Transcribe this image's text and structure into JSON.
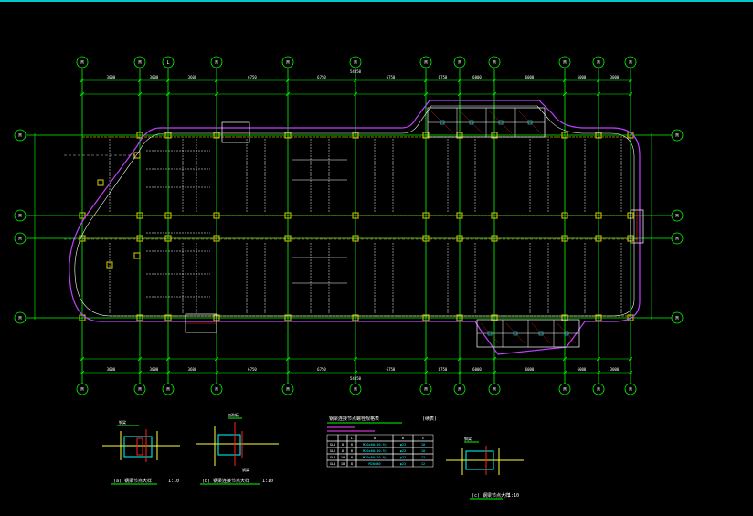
{
  "drawing": {
    "colors": {
      "background": "#000000",
      "grid": "#00ff00",
      "outline": "#c040ff",
      "beam": "#ffffff",
      "column": "#b5b000",
      "detail_red": "#ff2020",
      "detail_yellow": "#ffff40",
      "detail_cyan": "#00ffff",
      "dims": "#00ff00",
      "text": "#ffffff"
    },
    "axes_top": [
      "M",
      "M",
      "L",
      "M",
      "M",
      "M",
      "M",
      "M",
      "M",
      "M",
      "M",
      "M"
    ],
    "axes_bottom": [
      "M",
      "M",
      "M",
      "M",
      "M",
      "M",
      "M",
      "M",
      "M",
      "M",
      "M",
      "M"
    ],
    "axes_left": [
      "M",
      "M",
      "M",
      "M"
    ],
    "axes_right": [
      "M",
      "M",
      "M",
      "M"
    ],
    "top_dims": [
      "3000",
      "3000",
      "3600",
      "6750",
      "6750",
      "6750",
      "6750",
      "6000",
      "6000",
      "6000",
      "3000"
    ],
    "top_total": "54350",
    "bottom_dims": [
      "3000",
      "3000",
      "3600",
      "6750",
      "6750",
      "6750",
      "6750",
      "6000",
      "6000",
      "6000",
      "3000"
    ],
    "bottom_total": "54350"
  },
  "details": [
    {
      "caption": "(a) 钢梁节点大样",
      "scale": "1:10"
    },
    {
      "caption": "(b) 钢梁连接节点大样",
      "scale": "1:10"
    },
    {
      "caption": "(c) 钢梁节点大样",
      "scale": "1:10"
    }
  ],
  "schedule": {
    "title": "钢梁连接节点螺栓规格表",
    "note": "(续表)",
    "headers": [
      "",
      "",
      "L",
      "a",
      "b",
      "c"
    ],
    "rows": [
      [
        "GL1",
        "8",
        "8",
        "M20x80(10.9)",
        "φ22",
        "10"
      ],
      [
        "GL2",
        "8",
        "8",
        "M20x80(10.9)",
        "φ22",
        "10"
      ],
      [
        "GL3",
        "10",
        "8",
        "M20x80(10.9)",
        "φ22",
        "12"
      ],
      [
        "GL4",
        "10",
        "8",
        "M20x80",
        "φ22",
        "12"
      ]
    ]
  }
}
